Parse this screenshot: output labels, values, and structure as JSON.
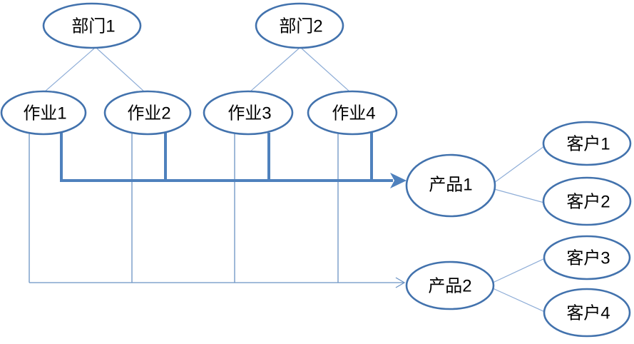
{
  "diagram": {
    "title": "cost-flow-diagram",
    "colors": {
      "node_stroke": "#4272ad",
      "thick_line": "#4f81bd",
      "thin_line": "#6b93c4",
      "light_line": "#8eadd7",
      "text": "#000000",
      "background": "#ffffff"
    },
    "nodes": {
      "dept1": {
        "label": "部门1"
      },
      "dept2": {
        "label": "部门2"
      },
      "act1": {
        "label": "作业1"
      },
      "act2": {
        "label": "作业2"
      },
      "act3": {
        "label": "作业3"
      },
      "act4": {
        "label": "作业4"
      },
      "prod1": {
        "label": "产品1"
      },
      "prod2": {
        "label": "产品2"
      },
      "cust1": {
        "label": "客户1"
      },
      "cust2": {
        "label": "客户2"
      },
      "cust3": {
        "label": "客户3"
      },
      "cust4": {
        "label": "客户4"
      }
    },
    "edges": [
      {
        "from": "部门1",
        "to": "作业1",
        "style": "light"
      },
      {
        "from": "部门1",
        "to": "作业2",
        "style": "light"
      },
      {
        "from": "部门2",
        "to": "作业3",
        "style": "light"
      },
      {
        "from": "部门2",
        "to": "作业4",
        "style": "light"
      },
      {
        "from": "作业1",
        "to": "产品1",
        "style": "thick-arrow"
      },
      {
        "from": "作业2",
        "to": "产品1",
        "style": "thick-arrow"
      },
      {
        "from": "作业3",
        "to": "产品1",
        "style": "thick-arrow"
      },
      {
        "from": "作业4",
        "to": "产品1",
        "style": "thick-arrow"
      },
      {
        "from": "作业1",
        "to": "产品2",
        "style": "thin-arrow"
      },
      {
        "from": "作业2",
        "to": "产品2",
        "style": "thin-arrow"
      },
      {
        "from": "作业3",
        "to": "产品2",
        "style": "thin-arrow"
      },
      {
        "from": "作业4",
        "to": "产品2",
        "style": "thin-arrow"
      },
      {
        "from": "产品1",
        "to": "客户1",
        "style": "light"
      },
      {
        "from": "产品1",
        "to": "客户2",
        "style": "light"
      },
      {
        "from": "产品2",
        "to": "客户3",
        "style": "light"
      },
      {
        "from": "产品2",
        "to": "客户4",
        "style": "light"
      }
    ]
  }
}
